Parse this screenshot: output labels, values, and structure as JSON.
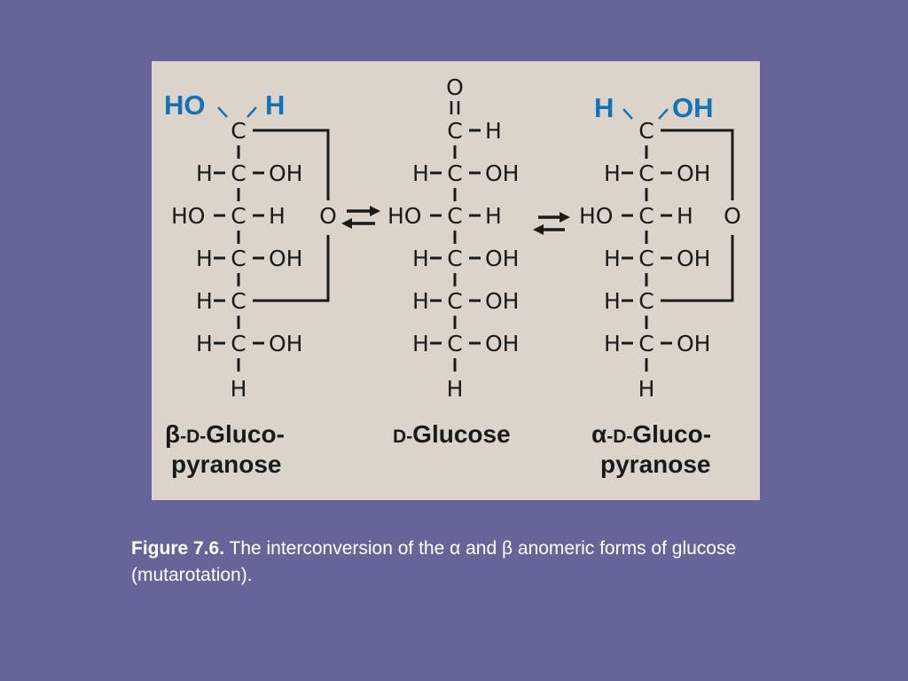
{
  "colors": {
    "slide_background": "#656599",
    "panel_background": "#dcd4ca",
    "anomeric_substituent": "#1472b8",
    "structure_ink": "#1a1a1a",
    "caption_text": "#ffffff"
  },
  "structures": {
    "beta": {
      "top_left": "HO",
      "top_right": "H",
      "anomeric_carbon": "C",
      "rows": [
        {
          "left": "H",
          "center": "C",
          "right": "OH"
        },
        {
          "left": "HO",
          "center": "C",
          "right": "H"
        },
        {
          "left": "H",
          "center": "C",
          "right": "OH"
        },
        {
          "left": "H",
          "center": "C",
          "right": ""
        },
        {
          "left": "H",
          "center": "C",
          "right": "OH"
        }
      ],
      "bottom": "H",
      "ring_oxygen": "O",
      "name_greek": "β",
      "name_prefix": "-D-",
      "name_line1": "Gluco-",
      "name_line2": "pyranose"
    },
    "open": {
      "carbonyl_oxygen": "O",
      "top_carbon": "C",
      "top_right": "H",
      "rows": [
        {
          "left": "H",
          "center": "C",
          "right": "OH"
        },
        {
          "left": "HO",
          "center": "C",
          "right": "H"
        },
        {
          "left": "H",
          "center": "C",
          "right": "OH"
        },
        {
          "left": "H",
          "center": "C",
          "right": "OH"
        },
        {
          "left": "H",
          "center": "C",
          "right": "OH"
        }
      ],
      "bottom": "H",
      "name_prefix": "D-",
      "name_line1": "Glucose"
    },
    "alpha": {
      "top_left": "H",
      "top_right": "OH",
      "anomeric_carbon": "C",
      "rows": [
        {
          "left": "H",
          "center": "C",
          "right": "OH"
        },
        {
          "left": "HO",
          "center": "C",
          "right": "H"
        },
        {
          "left": "H",
          "center": "C",
          "right": "OH"
        },
        {
          "left": "H",
          "center": "C",
          "right": ""
        },
        {
          "left": "H",
          "center": "C",
          "right": "OH"
        }
      ],
      "bottom": "H",
      "ring_oxygen": "O",
      "name_greek": "α",
      "name_prefix": "-D-",
      "name_line1": "Gluco-",
      "name_line2": "pyranose"
    }
  },
  "caption": {
    "label": "Figure 7.6.",
    "text": " The interconversion of the α and β anomeric forms of glucose (mutarotation)."
  }
}
